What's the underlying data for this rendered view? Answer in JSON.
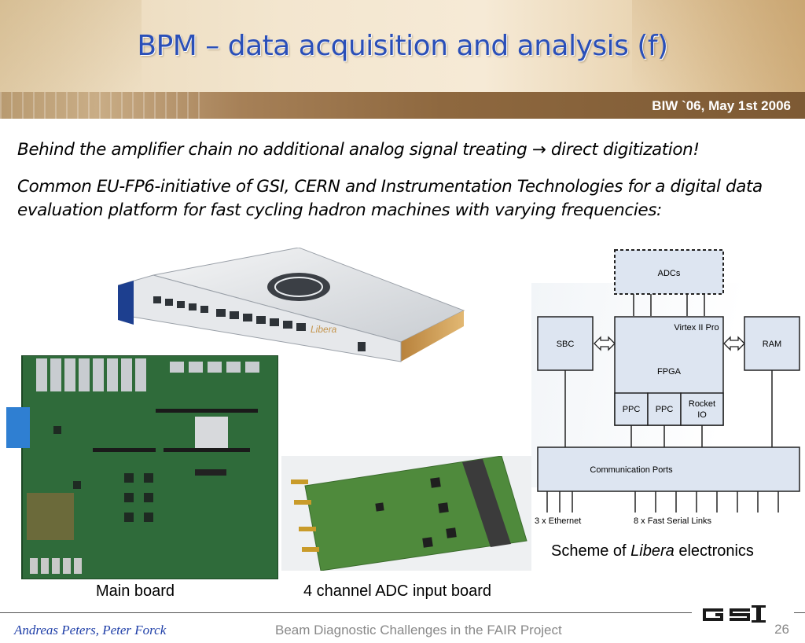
{
  "header": {
    "title": "BPM – data acquisition and analysis (f)",
    "date": "BIW `06, May 1st 2006"
  },
  "body": {
    "paragraph1_a": "Behind the amplifier chain no additional analog signal treating ",
    "arrow": "→",
    "paragraph1_b": " direct digitization!",
    "paragraph2": "Common EU-FP6-initiative of GSI, CERN and Instrumentation Technologies for a digital data evaluation platform for fast cycling hadron machines with varying frequencies:"
  },
  "captions": {
    "main_board": "Main board",
    "adc_board": "4 channel ADC input board",
    "scheme_prefix": "Scheme of ",
    "scheme_italic": "Libera",
    "scheme_suffix": " electronics"
  },
  "libera_label": "Libera",
  "scheme": {
    "adcs": "ADCs",
    "sbc": "SBC",
    "ram": "RAM",
    "virtex": "Virtex II Pro",
    "fpga": "FPGA",
    "ppc1": "PPC",
    "ppc2": "PPC",
    "rocket1": "Rocket",
    "rocket2": "IO",
    "comm": "Communication Ports",
    "ethernet": "3 x Ethernet",
    "serial": "8 x Fast Serial Links"
  },
  "footer": {
    "authors": "Andreas Peters, Peter Forck",
    "event": "Beam Diagnostic Challenges in the FAIR Project",
    "page": "26",
    "logo_text": "GSI"
  },
  "colors": {
    "title": "#2a4fb8",
    "author": "#1f3fa8",
    "scheme_box": "#dde5f1",
    "board_green": "#2f6b3a"
  }
}
